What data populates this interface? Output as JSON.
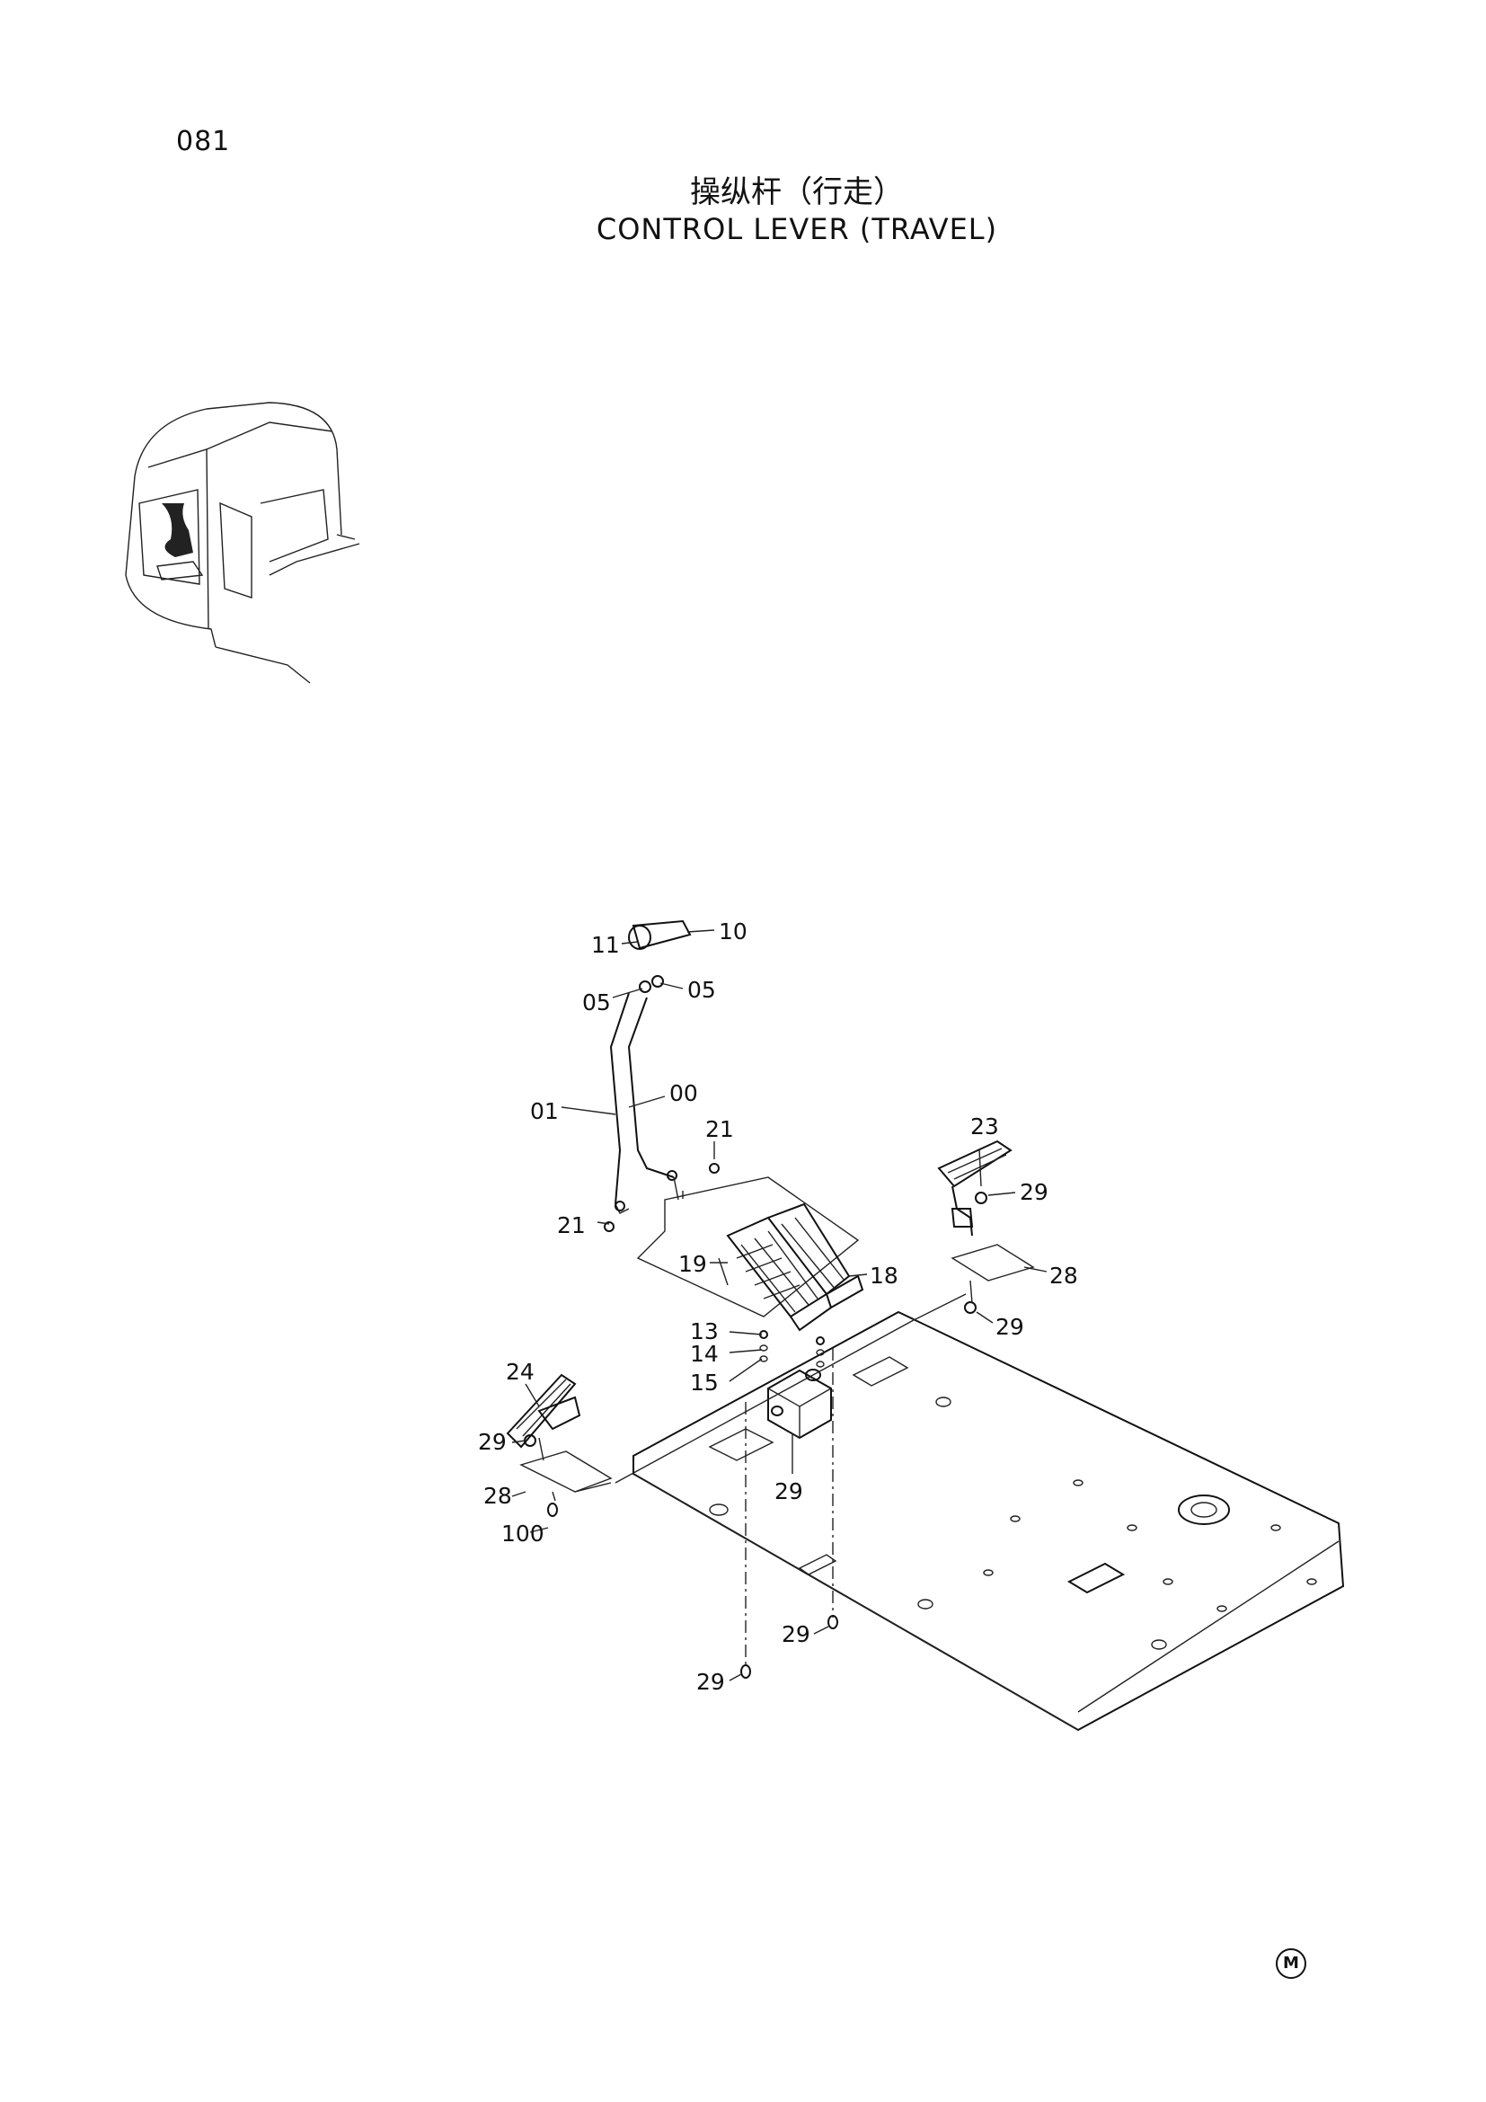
{
  "page": {
    "number": "081",
    "title_cn": "操纵杆（行走）",
    "title_en": "CONTROL LEVER (TRAVEL)",
    "mark": "M"
  },
  "callouts": [
    {
      "id": "c-11",
      "label": "11"
    },
    {
      "id": "c-10",
      "label": "10"
    },
    {
      "id": "c-05a",
      "label": "05"
    },
    {
      "id": "c-05b",
      "label": "05"
    },
    {
      "id": "c-01",
      "label": "01"
    },
    {
      "id": "c-00",
      "label": "00"
    },
    {
      "id": "c-21a",
      "label": "21"
    },
    {
      "id": "c-21b",
      "label": "21"
    },
    {
      "id": "c-19",
      "label": "19"
    },
    {
      "id": "c-18",
      "label": "18"
    },
    {
      "id": "c-23",
      "label": "23"
    },
    {
      "id": "c-29a",
      "label": "29"
    },
    {
      "id": "c-28a",
      "label": "28"
    },
    {
      "id": "c-29b",
      "label": "29"
    },
    {
      "id": "c-13",
      "label": "13"
    },
    {
      "id": "c-14",
      "label": "14"
    },
    {
      "id": "c-15",
      "label": "15"
    },
    {
      "id": "c-24",
      "label": "24"
    },
    {
      "id": "c-29c",
      "label": "29"
    },
    {
      "id": "c-28b",
      "label": "28"
    },
    {
      "id": "c-100",
      "label": "100"
    },
    {
      "id": "c-29d",
      "label": "29"
    },
    {
      "id": "c-29e",
      "label": "29"
    },
    {
      "id": "c-29f",
      "label": "29"
    }
  ]
}
